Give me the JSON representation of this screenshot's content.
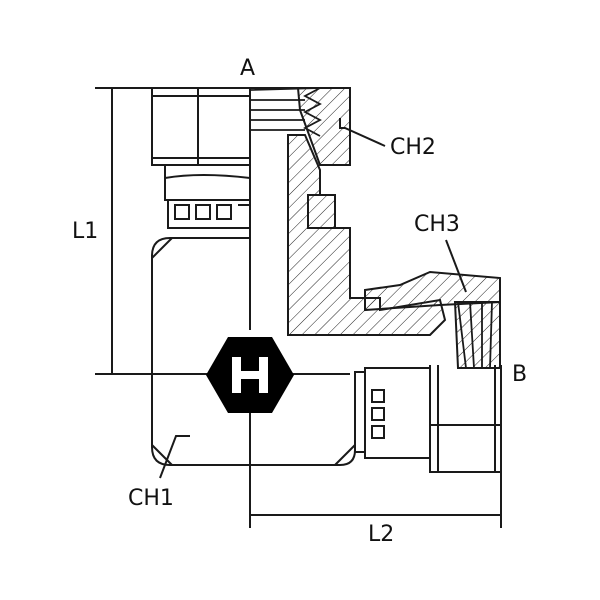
{
  "labels": {
    "port_a": "A",
    "port_b": "B",
    "dim_l1": "L1",
    "dim_l2": "L2",
    "hex_ch1": "CH1",
    "hex_ch2": "CH2",
    "hex_ch3": "CH3"
  },
  "logo": {
    "letter": "H",
    "color": "#000000"
  },
  "colors": {
    "line": "#1a1a1a",
    "background": "#ffffff"
  }
}
